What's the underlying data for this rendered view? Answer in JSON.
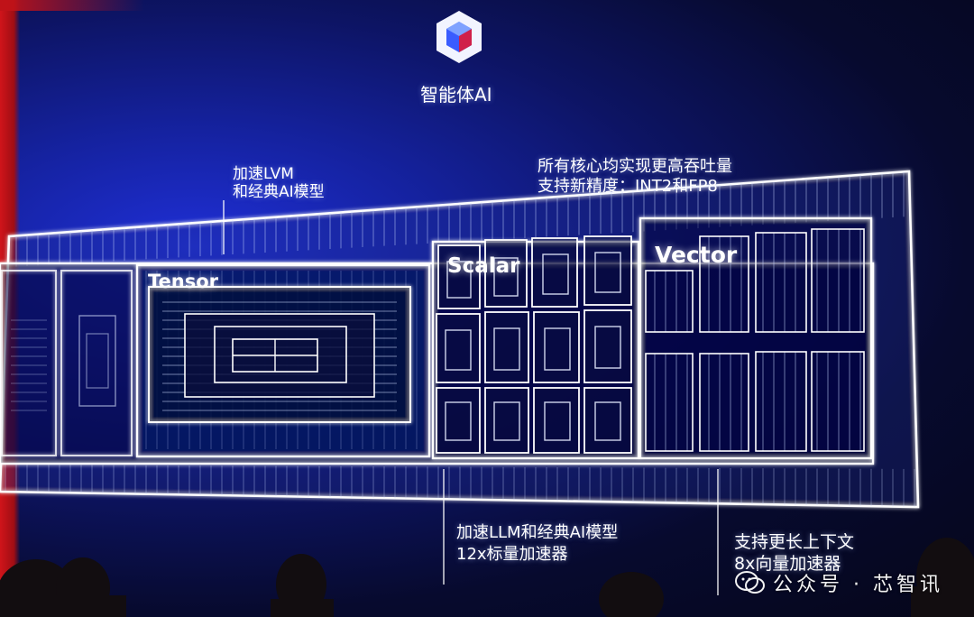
{
  "logo": {
    "icon": "hexagon-cube-icon",
    "title": "智能体AI"
  },
  "top_callouts": {
    "left": [
      "加速LVM",
      "和经典AI模型"
    ],
    "right": [
      "所有核心均实现更高吞吐量",
      "支持新精度：INT2和FP8"
    ]
  },
  "blocks": {
    "tensor": "Tensor",
    "scalar": "Scalar",
    "vector": "Vector"
  },
  "bottom_callouts": {
    "middle": [
      "加速LLM和经典AI模型",
      "12x标量加速器"
    ],
    "right": [
      "支持更长上下文",
      "8x向量加速器"
    ]
  },
  "watermark": "公众号 · 芯智讯",
  "colors": {
    "accent_blue": "#1f2fd6",
    "stage_red": "#d0141a",
    "line": "#ffffff"
  }
}
